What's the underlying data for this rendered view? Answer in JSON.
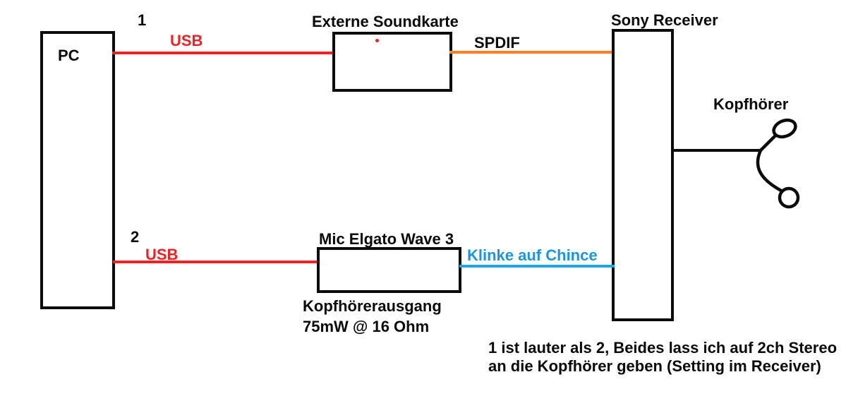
{
  "diagram": {
    "pc": {
      "label": "PC"
    },
    "soundcard": {
      "title": "Externe Soundkarte"
    },
    "receiver": {
      "title": "Sony Receiver"
    },
    "mic": {
      "title": "Mic Elgato Wave 3",
      "caption_line1": "Kopfhörerausgang",
      "caption_line2": "75mW @ 16 Ohm"
    },
    "headphones": {
      "label": "Kopfhörer"
    },
    "connections": {
      "usb1": {
        "number": "1",
        "label": "USB",
        "color": "#ed2224"
      },
      "spdif": {
        "label": "SPDIF",
        "color": "#ff7f27"
      },
      "usb2": {
        "number": "2",
        "label": "USB",
        "color": "#ed2224"
      },
      "cinch": {
        "label": "Klinke auf Chince",
        "color": "#1b96dd"
      },
      "headphone_cable": {
        "color": "#0b0b0b"
      }
    },
    "note": {
      "line1": "1 ist lauter als 2, Beides lass ich auf 2ch Stereo",
      "line2": "an die Kopfhörer geben (Setting im Receiver)"
    }
  }
}
